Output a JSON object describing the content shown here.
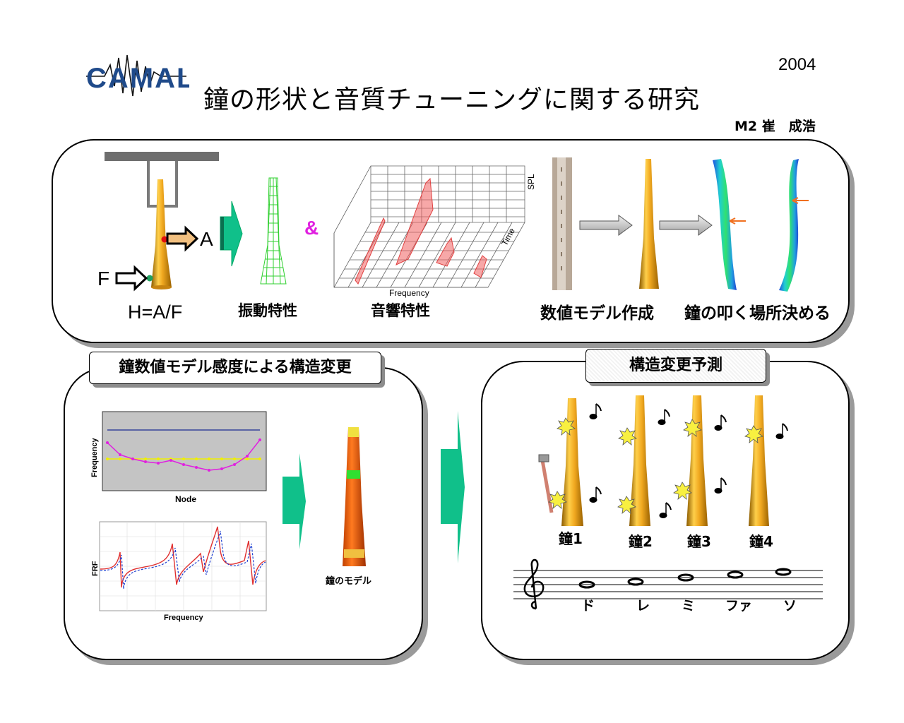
{
  "logo": {
    "text": "CAMAL"
  },
  "header": {
    "year": "2004",
    "title": "鐘の形状と音質チューニングに関する研究",
    "author": "M2 崔　成浩"
  },
  "top": {
    "force_label": "F",
    "accel_label": "A",
    "frf_formula": "H=A/F",
    "vibration_label": "振動特性",
    "ampersand": "&",
    "acoustic_label": "音響特性",
    "waterfall": {
      "x_label": "Frequency",
      "y_label": "Time",
      "z_label": "SPL"
    },
    "model_label": "数値モデル作成",
    "strike_label": "鐘の叩く場所決める"
  },
  "bottom_left": {
    "tab_label": "鐘数値モデル感度による構造変更",
    "sens_chart": {
      "xlabel": "Node",
      "ylabel": "Frequency"
    },
    "frf_chart": {
      "xlabel": "Frequency",
      "ylabel": "FRF"
    },
    "model_caption": "鐘のモデル"
  },
  "bottom_right": {
    "tab_label": "構造変更予測",
    "bells": [
      "鐘1",
      "鐘2",
      "鐘3",
      "鐘4"
    ],
    "notes": [
      "ド",
      "レ",
      "ミ",
      "ファ",
      "ソ"
    ]
  },
  "colors": {
    "gold": "#e8a21c",
    "teal": "#10c08a",
    "magenta": "#e020e0",
    "arrow_orange": "#f07020"
  }
}
